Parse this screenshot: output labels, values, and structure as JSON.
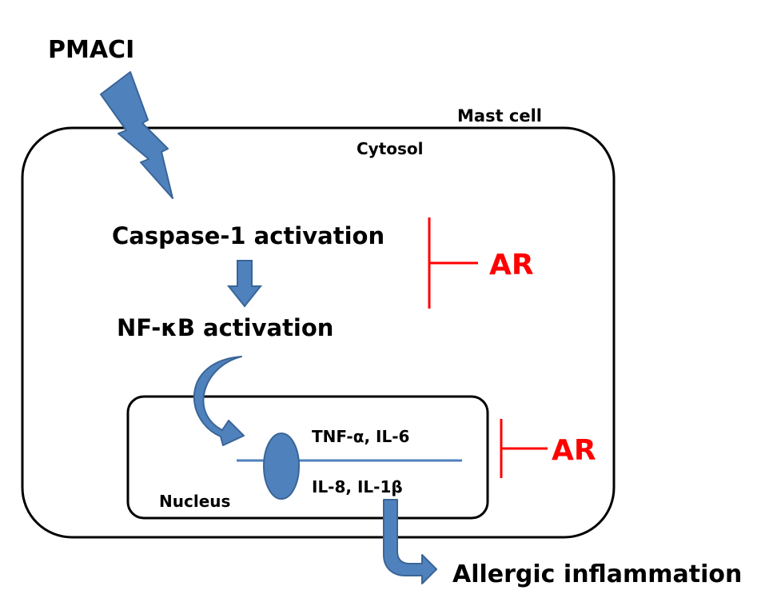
{
  "stimulus": "PMACI",
  "cell_label": "Mast cell",
  "cytosol_label": "Cytosol",
  "step1": "Caspase-1 activation",
  "step2": "NF-κB activation",
  "nucleus_label": "Nucleus",
  "genes_top": "TNF-α, IL-6",
  "genes_bottom": "IL-8, IL-1β",
  "outcome": "Allergic inflammation",
  "inhibitor_upper": "AR",
  "inhibitor_lower": "AR",
  "colors": {
    "arrow_fill": "#4f81bd",
    "arrow_stroke": "#3a6596",
    "inhibition": "#ff0000",
    "outline": "#000000"
  }
}
